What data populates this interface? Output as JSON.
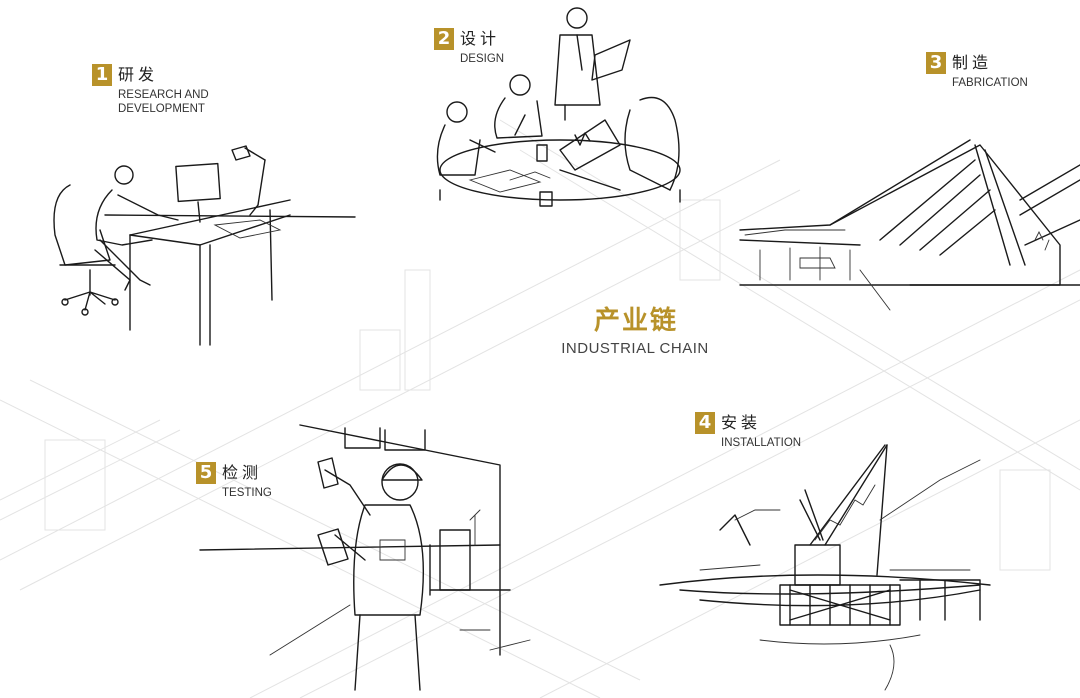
{
  "center": {
    "title_cn": "产业链",
    "title_en": "INDUSTRIAL CHAIN"
  },
  "steps": [
    {
      "num": "1",
      "cn": "研发",
      "en_line1": "RESEARCH AND",
      "en_line2": "DEVELOPMENT"
    },
    {
      "num": "2",
      "cn": "设计",
      "en_line1": "DESIGN"
    },
    {
      "num": "3",
      "cn": "制造",
      "en_line1": "FABRICATION"
    },
    {
      "num": "4",
      "cn": "安装",
      "en_line1": "INSTALLATION"
    },
    {
      "num": "5",
      "cn": "检测",
      "en_line1": "TESTING"
    }
  ],
  "colors": {
    "accent": "#b8922a",
    "ink": "#1a1a1a",
    "wireframe": "#e3e3e3"
  }
}
